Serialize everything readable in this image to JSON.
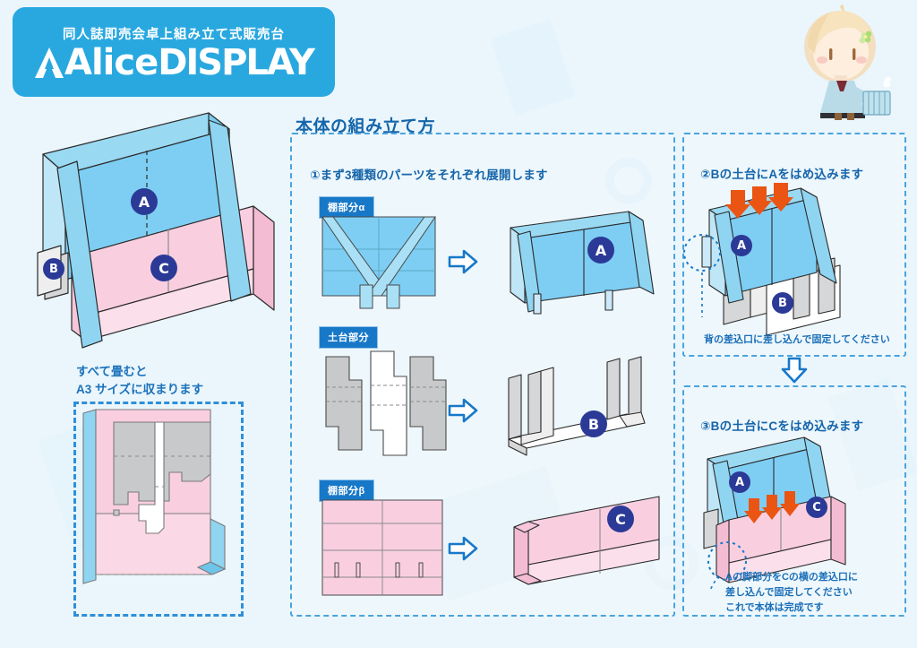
{
  "header": {
    "subtitle": "同人誌即売会卓上組み立て式販売台",
    "logo_alice": "Alice",
    "logo_display": "DISPLAY",
    "brand_color": "#29a8e0"
  },
  "page": {
    "background_color": "#eaf6fc",
    "main_title": "本体の組み立て方",
    "accent_blue": "#1878c8",
    "badge_color": "#2b3a96",
    "arrow_orange": "#ea5514",
    "part_a_color": "#7ecef4",
    "part_b_color": "#c8c9ca",
    "part_c_color": "#f9cfe0"
  },
  "left": {
    "fold_note_line1": "すべて畳むと",
    "fold_note_line2": "A3 サイズに収まります",
    "hero_badges": [
      "A",
      "B",
      "C"
    ]
  },
  "steps": [
    {
      "id": "step1",
      "title": "①まず3種類のパーツをそれぞれ展開します",
      "parts": [
        {
          "tag": "棚部分α",
          "badge": "A"
        },
        {
          "tag": "土台部分",
          "badge": "B"
        },
        {
          "tag": "棚部分β",
          "badge": "C"
        }
      ]
    },
    {
      "id": "step2",
      "title": "②Bの土台にAをはめ込みます",
      "caption": "背の差込口に差し込んで固定してください",
      "badges": [
        "A",
        "B"
      ]
    },
    {
      "id": "step3",
      "title": "③Bの土台にCをはめ込みます",
      "caption_line1": "Aの脚部分をCの横の差込口に",
      "caption_line2": "差し込んで固定してください",
      "caption_line3": "これで本体は完成です",
      "badges": [
        "A",
        "C"
      ]
    }
  ],
  "icons": {
    "flow_arrow": "right-arrow-icon",
    "connector_arrow": "down-arrow-icon",
    "press_arrow": "orange-down-arrow-icon",
    "mascot": "mascot-character-icon"
  }
}
